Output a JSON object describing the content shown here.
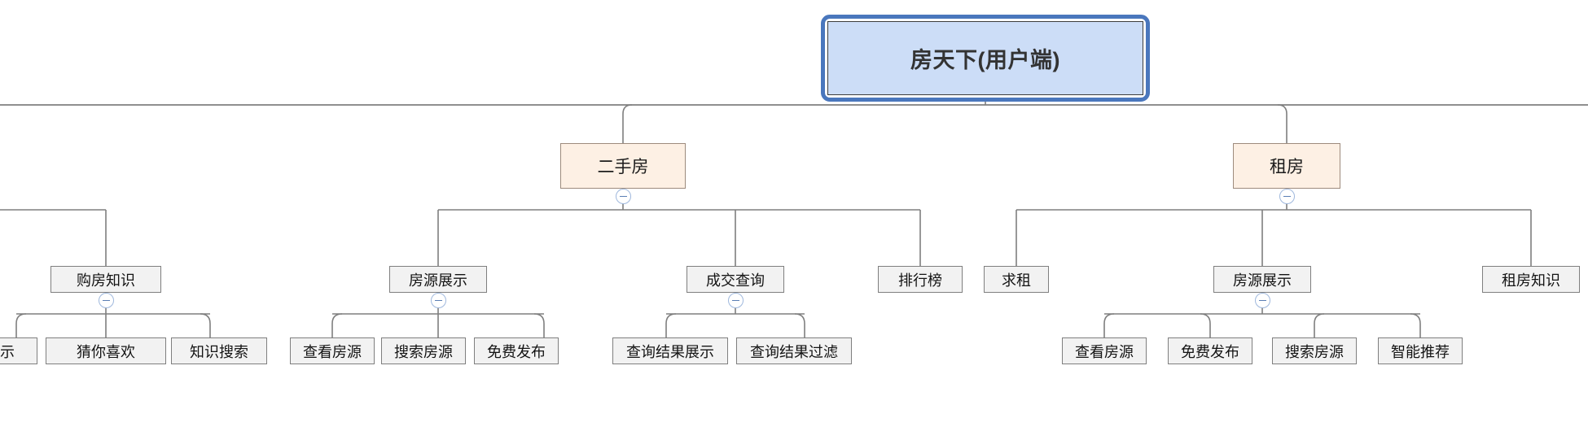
{
  "diagram": {
    "type": "tree-mindmap",
    "title_node": "房天下(用户端)",
    "colors": {
      "root_fill": "#ccddf7",
      "root_selection_border": "#4a77bd",
      "level2_fill": "#fdf0e4",
      "level2_border": "#9d8b7d",
      "node_fill": "#f2f2f2",
      "node_border": "#7f7f7f",
      "edge": "#7f7f7f",
      "toggle_border": "#9fb8dd"
    },
    "root": {
      "label": "房天下(用户端)"
    },
    "level2": [
      {
        "label": "二手房",
        "toggle": "collapse-minus"
      },
      {
        "label": "租房",
        "toggle": "collapse-minus"
      }
    ],
    "level3": [
      {
        "label": "购房知识",
        "toggle": "collapse-minus"
      },
      {
        "label": "房源展示",
        "toggle": "collapse-minus"
      },
      {
        "label": "成交查询",
        "toggle": "collapse-minus"
      },
      {
        "label": "排行榜",
        "toggle": null
      },
      {
        "label": "求租",
        "toggle": null
      },
      {
        "label": "房源展示",
        "toggle": "collapse-minus"
      },
      {
        "label": "租房知识",
        "toggle": null
      }
    ],
    "leaves": {
      "gou_fang_zhi_shi": [
        "展示",
        "猜你喜欢",
        "知识搜索"
      ],
      "er_shou_fang_yuan_zhan_shi": [
        "查看房源",
        "搜索房源",
        "免费发布"
      ],
      "cheng_jiao_cha_xun": [
        "查询结果展示",
        "查询结果过滤"
      ],
      "zu_fang_yuan_zhan_shi": [
        "查看房源",
        "免费发布",
        "搜索房源",
        "智能推荐"
      ]
    }
  }
}
